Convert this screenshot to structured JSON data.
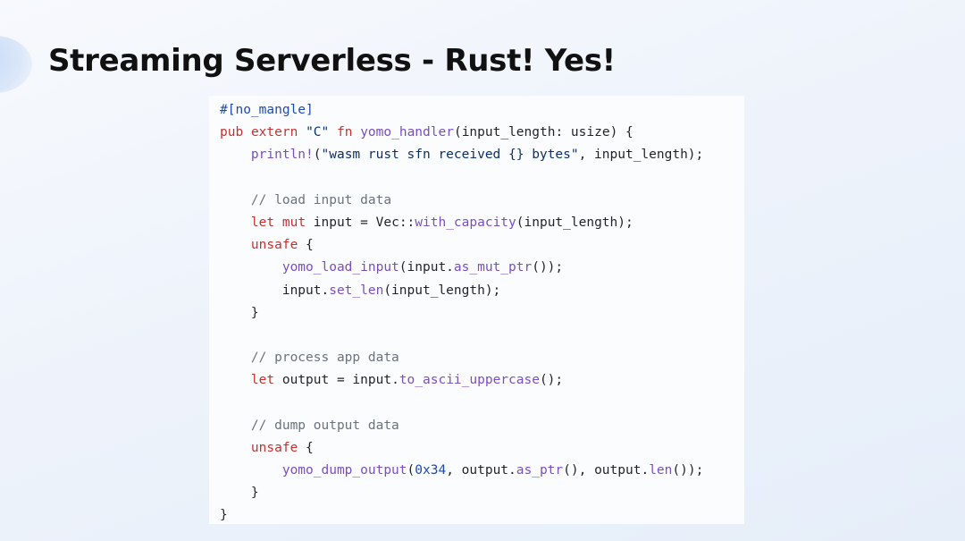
{
  "slide": {
    "title": "Streaming Serverless - Rust! Yes!"
  },
  "code": {
    "language": "rust",
    "lines": [
      [
        {
          "t": "#[no_mangle]",
          "c": "attr"
        }
      ],
      [
        {
          "t": "pub",
          "c": "kw"
        },
        {
          "t": " ",
          "c": "pl"
        },
        {
          "t": "extern",
          "c": "kw"
        },
        {
          "t": " ",
          "c": "pl"
        },
        {
          "t": "\"C\"",
          "c": "str"
        },
        {
          "t": " ",
          "c": "pl"
        },
        {
          "t": "fn",
          "c": "kw"
        },
        {
          "t": " ",
          "c": "pl"
        },
        {
          "t": "yomo_handler",
          "c": "fn"
        },
        {
          "t": "(input_length: usize) {",
          "c": "pl"
        }
      ],
      [
        {
          "t": "    ",
          "c": "pl"
        },
        {
          "t": "println!",
          "c": "fn"
        },
        {
          "t": "(",
          "c": "pl"
        },
        {
          "t": "\"wasm rust sfn received {} bytes\"",
          "c": "str"
        },
        {
          "t": ", input_length);",
          "c": "pl"
        }
      ],
      [],
      [
        {
          "t": "    // load input data",
          "c": "cm"
        }
      ],
      [
        {
          "t": "    ",
          "c": "pl"
        },
        {
          "t": "let",
          "c": "kw"
        },
        {
          "t": " ",
          "c": "pl"
        },
        {
          "t": "mut",
          "c": "kw"
        },
        {
          "t": " input = Vec::",
          "c": "pl"
        },
        {
          "t": "with_capacity",
          "c": "fn"
        },
        {
          "t": "(input_length);",
          "c": "pl"
        }
      ],
      [
        {
          "t": "    ",
          "c": "pl"
        },
        {
          "t": "unsafe",
          "c": "kw"
        },
        {
          "t": " {",
          "c": "pl"
        }
      ],
      [
        {
          "t": "        ",
          "c": "pl"
        },
        {
          "t": "yomo_load_input",
          "c": "fn"
        },
        {
          "t": "(input.",
          "c": "pl"
        },
        {
          "t": "as_mut_ptr",
          "c": "fn"
        },
        {
          "t": "());",
          "c": "pl"
        }
      ],
      [
        {
          "t": "        input.",
          "c": "pl"
        },
        {
          "t": "set_len",
          "c": "fn"
        },
        {
          "t": "(input_length);",
          "c": "pl"
        }
      ],
      [
        {
          "t": "    }",
          "c": "pl"
        }
      ],
      [],
      [
        {
          "t": "    // process app data",
          "c": "cm"
        }
      ],
      [
        {
          "t": "    ",
          "c": "pl"
        },
        {
          "t": "let",
          "c": "kw"
        },
        {
          "t": " output = input.",
          "c": "pl"
        },
        {
          "t": "to_ascii_uppercase",
          "c": "fn"
        },
        {
          "t": "();",
          "c": "pl"
        }
      ],
      [],
      [
        {
          "t": "    // dump output data",
          "c": "cm"
        }
      ],
      [
        {
          "t": "    ",
          "c": "pl"
        },
        {
          "t": "unsafe",
          "c": "kw"
        },
        {
          "t": " {",
          "c": "pl"
        }
      ],
      [
        {
          "t": "        ",
          "c": "pl"
        },
        {
          "t": "yomo_dump_output",
          "c": "fn"
        },
        {
          "t": "(",
          "c": "pl"
        },
        {
          "t": "0x34",
          "c": "num"
        },
        {
          "t": ", output.",
          "c": "pl"
        },
        {
          "t": "as_ptr",
          "c": "fn"
        },
        {
          "t": "(), output.",
          "c": "pl"
        },
        {
          "t": "len",
          "c": "fn"
        },
        {
          "t": "());",
          "c": "pl"
        }
      ],
      [
        {
          "t": "    }",
          "c": "pl"
        }
      ],
      [
        {
          "t": "}",
          "c": "pl"
        }
      ]
    ]
  }
}
